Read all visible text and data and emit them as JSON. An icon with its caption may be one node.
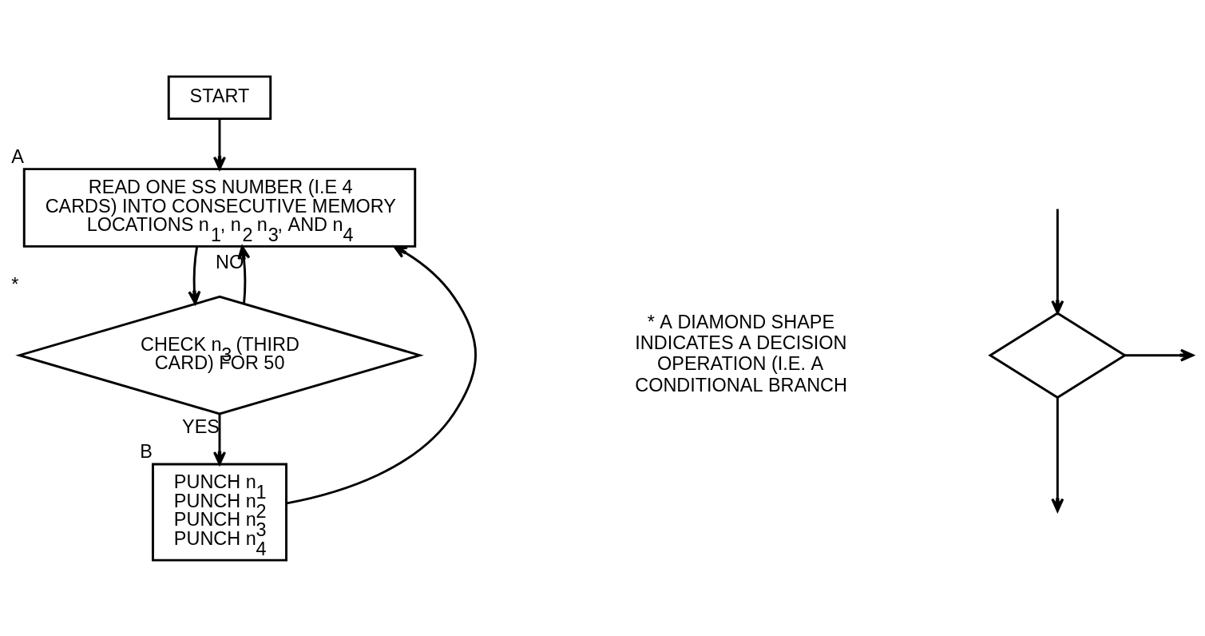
{
  "diagram": {
    "nodes": [
      {
        "text": [
          "START"
        ]
      },
      {
        "text": [
          "READ ONE SS NUMBER (I.E 4 CARDS) INTO CONSECUTIVE MEMORY LOCATIONS n$_{1}$, n$_{2}$ n$_{3}$, AND n$_{4}$"
        ],
        "beside": [
          "A"
        ]
      },
      {
        "text": [
          "CHECK n$_{3}$ (THIRD CARD) FOR 50"
        ],
        "beside": [
          "*"
        ]
      },
      {
        "text": [
          "PUNCH n$_{1}$ PUNCH n$_{2}$ PUNCH n$_{3}$ PUNCH n$_{4}$"
        ],
        "beside": [
          "B"
        ]
      },
      {
        "text": [],
        "shape": "diamond"
      }
    ],
    "edges": [
      {
        "from": 0,
        "to": 1,
        "arrow": "to"
      },
      {
        "from": 1,
        "to": 2,
        "arrow": "to"
      },
      {
        "from": 2,
        "to": 1,
        "arrow": "to",
        "label": "NO"
      },
      {
        "from": 2,
        "to": 3,
        "arrow": "to",
        "label": "YES"
      },
      {
        "from": 3,
        "to": 1,
        "arrow": "to"
      },
      {
        "from": 4,
        "to": null,
        "arrow": "to"
      },
      {
        "from": null,
        "to": 4,
        "arrow": "to"
      },
      {
        "from": 4,
        "to": null,
        "arrow": "to"
      }
    ],
    "labels": [
      "* A DIAMOND SHAPE INDICATES A DECISION OPERATION (I.E. A CONDITIONAL BRANCH"
    ]
  }
}
